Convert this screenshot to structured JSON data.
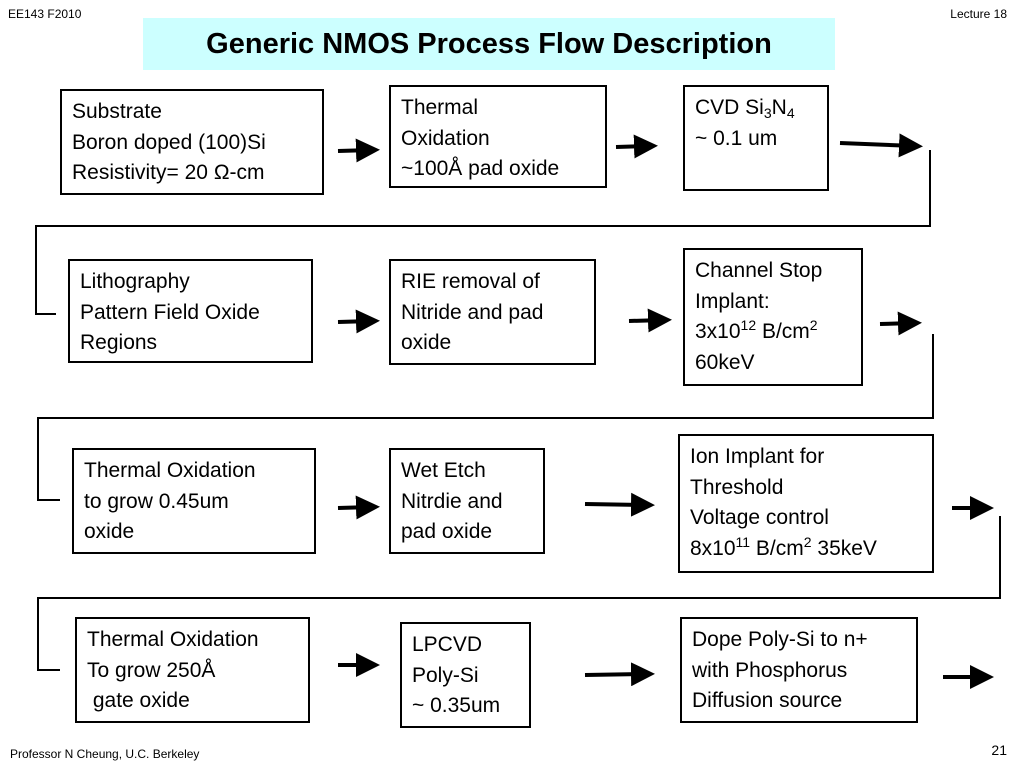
{
  "header": {
    "course": "EE143 F2010",
    "lecture": "Lecture 18"
  },
  "title": "Generic NMOS Process Flow Description",
  "steps": [
    {
      "lines": [
        "Substrate",
        "Boron doped (100)Si",
        "Resistivity= 20 ",
        "-cm"
      ],
      "omega": "Ω"
    },
    {
      "lines": [
        "Thermal",
        "Oxidation",
        "~100Å pad oxide"
      ]
    },
    {
      "lines": [
        "CVD Si",
        "3",
        "N",
        "4",
        "~ 0.1 um"
      ]
    },
    {
      "lines": [
        "Lithography",
        "Pattern Field Oxide",
        "Regions"
      ]
    },
    {
      "lines": [
        "RIE removal of",
        "Nitride and pad",
        "oxide"
      ]
    },
    {
      "lines": [
        "Channel Stop",
        "Implant:",
        "3x10",
        "12",
        " B/cm",
        "2",
        "60keV"
      ]
    },
    {
      "lines": [
        "Thermal Oxidation",
        "to grow 0.45um",
        "oxide"
      ]
    },
    {
      "lines": [
        "Wet Etch",
        "Nitrdie and",
        "pad oxide"
      ]
    },
    {
      "lines": [
        "Ion Implant for",
        "Threshold",
        "Voltage control",
        "8x10",
        "11",
        " B/cm",
        "2",
        " 35keV"
      ]
    },
    {
      "lines": [
        "Thermal Oxidation",
        "To grow 250Å",
        " gate oxide"
      ]
    },
    {
      "lines": [
        "LPCVD",
        "Poly-Si",
        "~ 0.35um"
      ]
    },
    {
      "lines": [
        "Dope Poly-Si to n+",
        "with Phosphorus",
        "Diffusion source"
      ]
    }
  ],
  "footer": {
    "author": "Professor  N Cheung, U.C. Berkeley",
    "page": "21"
  }
}
